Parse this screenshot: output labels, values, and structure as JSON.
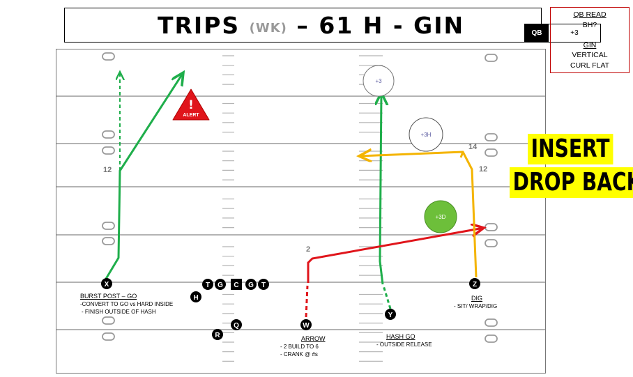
{
  "title": {
    "main_left": "TRIPS ",
    "wk": "(WK)",
    "main_right": " – 61 H - GIN"
  },
  "qb_box": {
    "label": "QB",
    "value": "+3"
  },
  "qb_read": {
    "title": "QB READ",
    "lines": [
      "BH?",
      "",
      "GIN",
      "VERTICAL",
      "CURL FLAT"
    ]
  },
  "insert_callout": [
    "INSERT",
    "DROP BACK"
  ],
  "alert_label": "ALERT",
  "alert_symbol": "!",
  "defenders": [
    {
      "label": "+3",
      "color": "#ffffff",
      "text_color": "#5b5ba0"
    },
    {
      "label": "+3H",
      "color": "#ffffff",
      "text_color": "#5b5ba0"
    },
    {
      "label": "+3D",
      "color": "#6dbf3a",
      "text_color": "#ffffff"
    }
  ],
  "offense": {
    "linemen": [
      "T",
      "G",
      "C",
      "G",
      "T"
    ],
    "skill": [
      "X",
      "H",
      "Q",
      "R",
      "W",
      "Y",
      "Z"
    ]
  },
  "route_numbers": {
    "x_break": "12",
    "z_break": "12",
    "z_depth": "14",
    "w_break": "2"
  },
  "notes": {
    "x": {
      "head": "BURST POST – GO",
      "lines": [
        "-CONVERT TO GO vs HARD INSIDE",
        "-    FINISH OUTSIDE OF HASH"
      ]
    },
    "w": {
      "head": "ARROW",
      "lines": [
        "-    2 BUILD TO 6",
        "-    CRANK @ #s"
      ]
    },
    "y": {
      "head": "HASH GO",
      "lines": [
        "-  OUTSIDE RELEASE"
      ]
    },
    "z": {
      "head": "DIG",
      "lines": [
        "- SIT/ WRAP/DIG"
      ]
    }
  },
  "colors": {
    "green_route": "#1fae4b",
    "red_route": "#e0151b",
    "yellow_route": "#f4b400",
    "insert_bg": "#ffff00",
    "qb_read_border": "#c00000"
  }
}
